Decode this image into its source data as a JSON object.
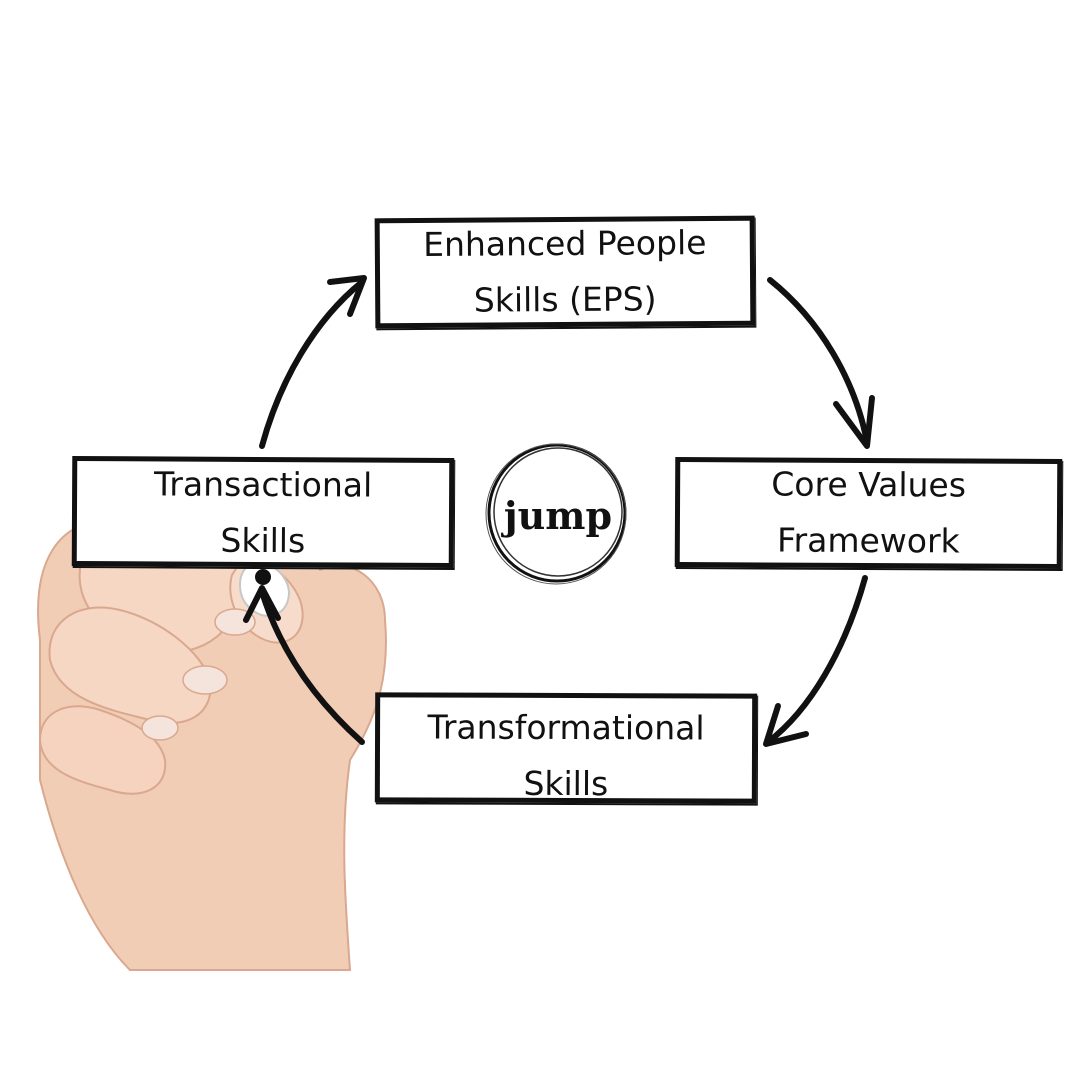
{
  "diagram": {
    "nodes": [
      {
        "id": "eps",
        "label": "Enhanced People\nSkills (EPS)"
      },
      {
        "id": "core",
        "label": "Core Values\nFramework"
      },
      {
        "id": "trans",
        "label": "Transformational\nSkills"
      },
      {
        "id": "transactional",
        "label": "Transactional\nSkills"
      }
    ],
    "cycle_order": [
      "eps",
      "core",
      "trans",
      "transactional"
    ]
  },
  "logo": {
    "text": "jump"
  },
  "colors": {
    "ink": "#111111",
    "background": "#ffffff",
    "skin": "#f0c9b1"
  }
}
